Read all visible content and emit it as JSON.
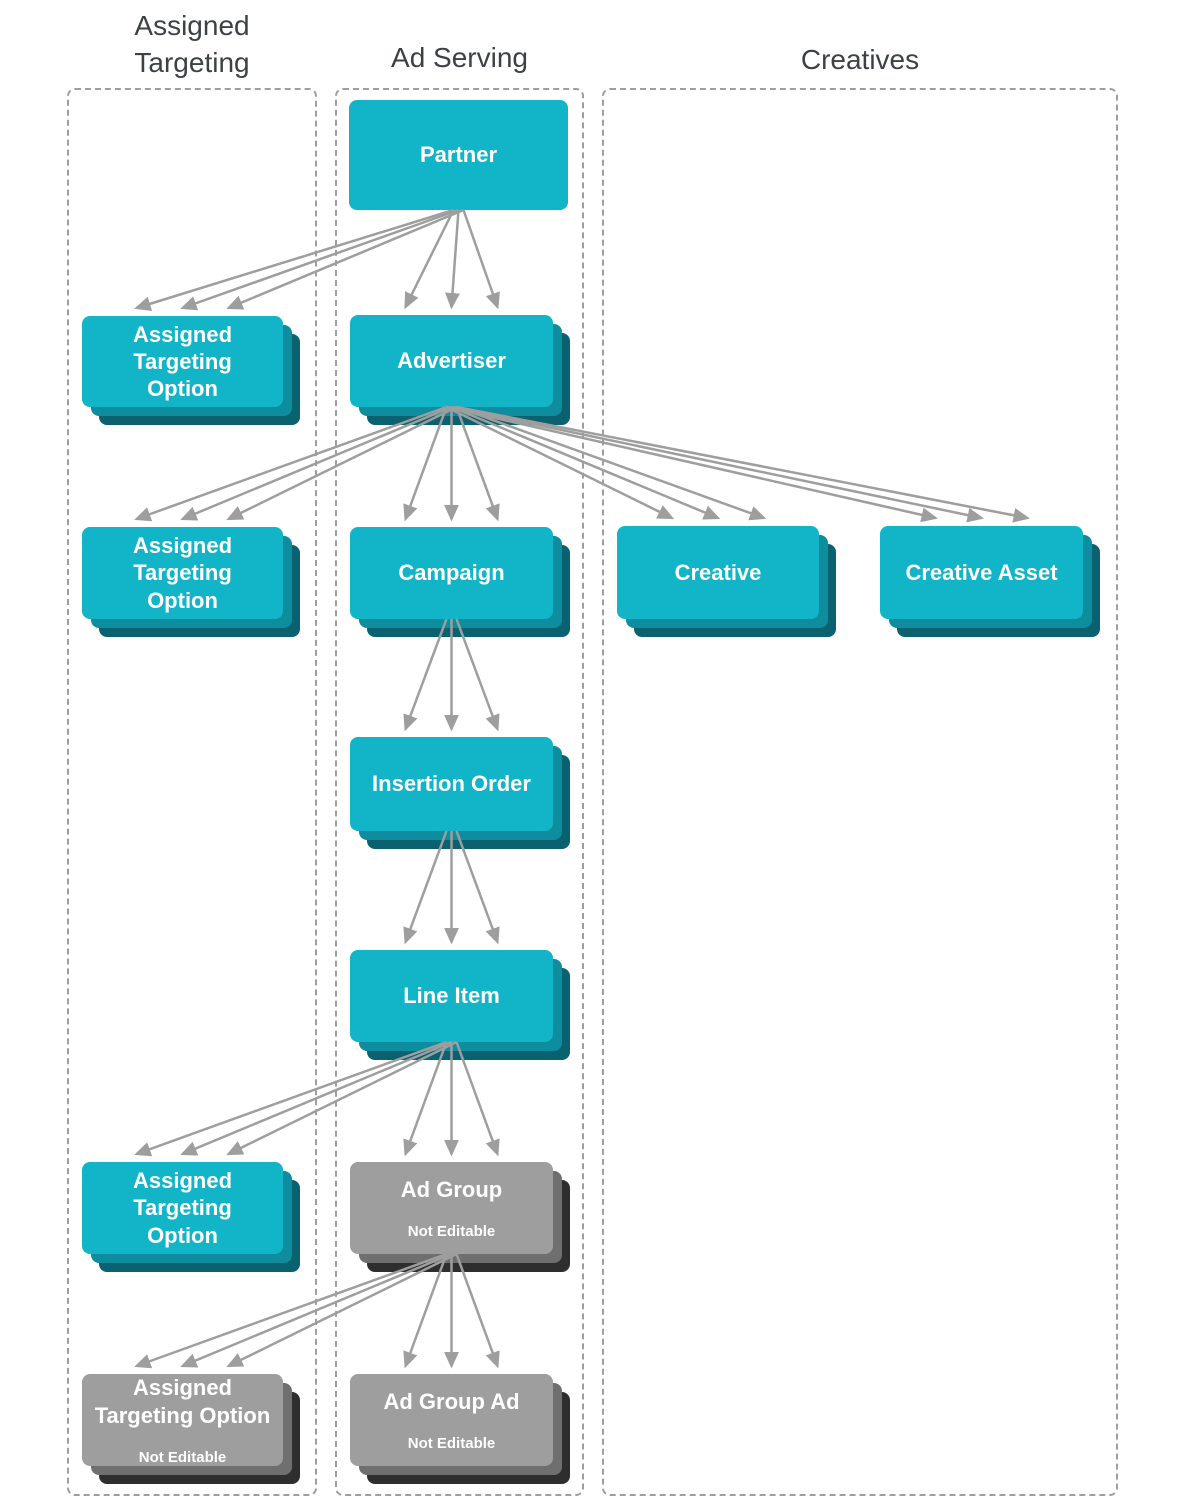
{
  "diagram": {
    "columns": [
      {
        "id": "assigned-targeting",
        "title": "Assigned\nTargeting"
      },
      {
        "id": "ad-serving",
        "title": "Ad Serving"
      },
      {
        "id": "creatives",
        "title": "Creatives"
      }
    ],
    "nodes": [
      {
        "id": "partner",
        "label": "Partner",
        "sublabel": "",
        "column": "ad-serving",
        "variant": "cyan",
        "stacked": false
      },
      {
        "id": "ato-1",
        "label": "Assigned\nTargeting\nOption",
        "sublabel": "",
        "column": "assigned-targeting",
        "variant": "cyan",
        "stacked": true
      },
      {
        "id": "advertiser",
        "label": "Advertiser",
        "sublabel": "",
        "column": "ad-serving",
        "variant": "cyan",
        "stacked": true
      },
      {
        "id": "ato-2",
        "label": "Assigned\nTargeting\nOption",
        "sublabel": "",
        "column": "assigned-targeting",
        "variant": "cyan",
        "stacked": true
      },
      {
        "id": "campaign",
        "label": "Campaign",
        "sublabel": "",
        "column": "ad-serving",
        "variant": "cyan",
        "stacked": true
      },
      {
        "id": "creative",
        "label": "Creative",
        "sublabel": "",
        "column": "creatives",
        "variant": "cyan",
        "stacked": true
      },
      {
        "id": "creative-asset",
        "label": "Creative Asset",
        "sublabel": "",
        "column": "creatives",
        "variant": "cyan",
        "stacked": true
      },
      {
        "id": "insertion-order",
        "label": "Insertion Order",
        "sublabel": "",
        "column": "ad-serving",
        "variant": "cyan",
        "stacked": true
      },
      {
        "id": "line-item",
        "label": "Line Item",
        "sublabel": "",
        "column": "ad-serving",
        "variant": "cyan",
        "stacked": true
      },
      {
        "id": "ato-3",
        "label": "Assigned\nTargeting\nOption",
        "sublabel": "",
        "column": "assigned-targeting",
        "variant": "cyan",
        "stacked": true
      },
      {
        "id": "ad-group",
        "label": "Ad Group",
        "sublabel": "Not Editable",
        "column": "ad-serving",
        "variant": "gray",
        "stacked": true
      },
      {
        "id": "ato-ne",
        "label": "Assigned\nTargeting Option",
        "sublabel": "Not Editable",
        "column": "assigned-targeting",
        "variant": "gray",
        "stacked": true
      },
      {
        "id": "ad-group-ad",
        "label": "Ad Group Ad",
        "sublabel": "Not Editable",
        "column": "ad-serving",
        "variant": "gray",
        "stacked": true
      }
    ],
    "edges": [
      {
        "from": "partner",
        "to": "ato-1"
      },
      {
        "from": "partner",
        "to": "advertiser"
      },
      {
        "from": "advertiser",
        "to": "ato-2"
      },
      {
        "from": "advertiser",
        "to": "campaign"
      },
      {
        "from": "advertiser",
        "to": "creative"
      },
      {
        "from": "advertiser",
        "to": "creative-asset"
      },
      {
        "from": "campaign",
        "to": "insertion-order"
      },
      {
        "from": "insertion-order",
        "to": "line-item"
      },
      {
        "from": "line-item",
        "to": "ato-3"
      },
      {
        "from": "line-item",
        "to": "ad-group"
      },
      {
        "from": "ad-group",
        "to": "ato-ne"
      },
      {
        "from": "ad-group",
        "to": "ad-group-ad"
      }
    ],
    "colors": {
      "cyan": "#12b5c8",
      "cyan_mid": "#0e8d9e",
      "cyan_dark": "#0a616f",
      "gray": "#9e9e9e",
      "gray_mid": "#6f6f6f",
      "gray_dark": "#2e2e2e",
      "arrow": "#9e9e9e",
      "column_border": "#9e9e9e",
      "header_text": "#3d4145",
      "node_text": "#ffffff",
      "background": "#ffffff"
    }
  }
}
